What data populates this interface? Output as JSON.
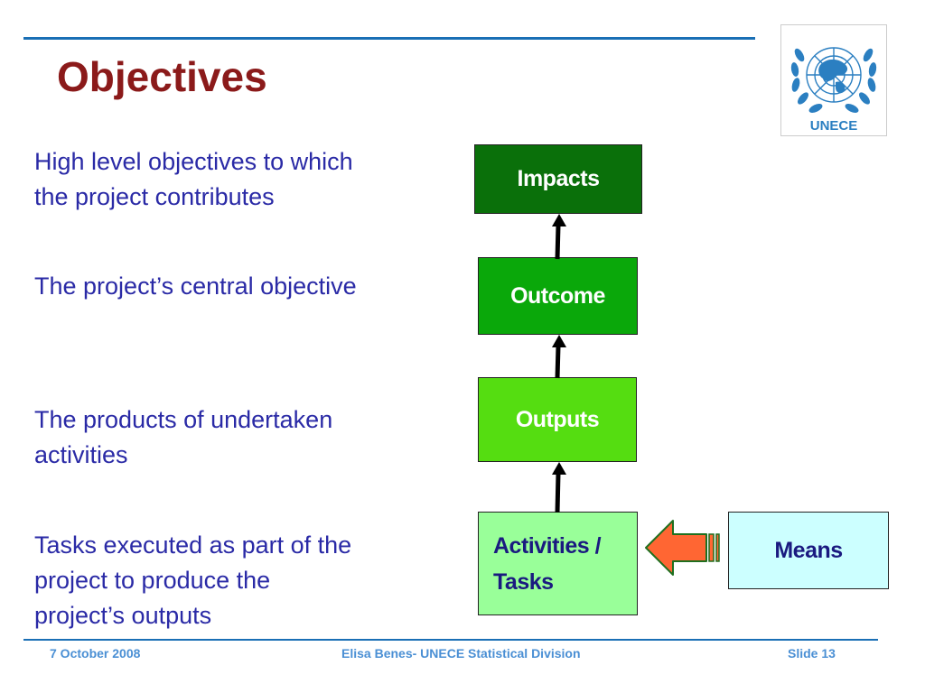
{
  "slide": {
    "title": "Objectives"
  },
  "logo": {
    "label": "UNECE"
  },
  "descriptions": [
    {
      "lines": [
        "High level objectives to which",
        "the project contributes"
      ]
    },
    {
      "lines": [
        "The project’s central objective"
      ]
    },
    {
      "lines": [
        "The products of undertaken",
        "activities"
      ]
    },
    {
      "lines": [
        "Tasks executed as part of the",
        "project to produce the",
        "project’s outputs"
      ]
    }
  ],
  "diagram": {
    "impacts": {
      "label": "Impacts",
      "color": "#0a700a"
    },
    "outcome": {
      "label": "Outcome",
      "color": "#0aa80a"
    },
    "outputs": {
      "label": "Outputs",
      "color": "#55dd11"
    },
    "activities": {
      "lines": [
        "Activities /",
        "Tasks"
      ],
      "color": "#99ff99"
    },
    "means": {
      "label": "Means",
      "color": "#ccffff"
    },
    "arrow_color": "#ff6633"
  },
  "footer": {
    "date": "7 October 2008",
    "author": "Elisa Benes- UNECE Statistical Division",
    "slide_number": "Slide 13"
  }
}
